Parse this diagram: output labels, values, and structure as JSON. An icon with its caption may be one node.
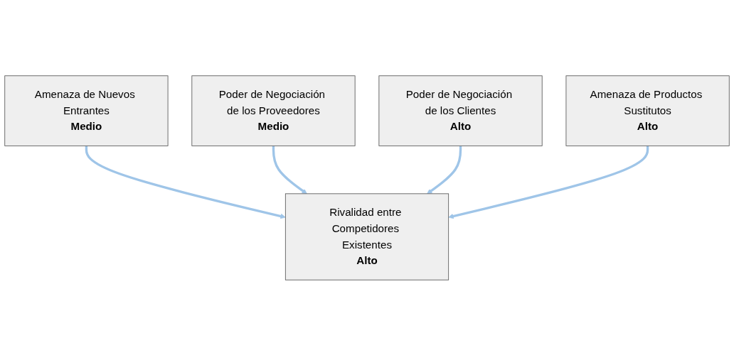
{
  "diagram": {
    "nodes": [
      {
        "text": [
          "Amenaza de Nuevos Entrantes",
          "Medio"
        ]
      },
      {
        "text": [
          "Poder de Negociación de los Proveedores",
          "Medio"
        ]
      },
      {
        "text": [
          "Rivalidad entre Competidores Existentes",
          "Alto"
        ]
      },
      {
        "text": [
          "Poder de Negociación de los Clientes",
          "Alto"
        ]
      },
      {
        "text": [
          "Amenaza de Productos Sustitutos",
          "Alto"
        ]
      }
    ],
    "edges": [
      {
        "from": 0,
        "to": 2,
        "arrow": "to"
      },
      {
        "from": 1,
        "to": 2,
        "arrow": "to"
      },
      {
        "from": 3,
        "to": 2,
        "arrow": "to"
      },
      {
        "from": 4,
        "to": 2,
        "arrow": "to"
      }
    ]
  }
}
